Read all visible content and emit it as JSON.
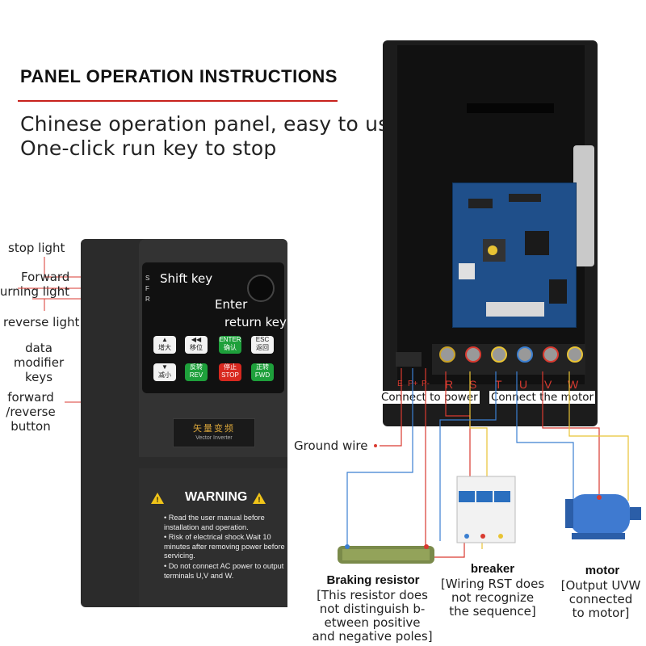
{
  "header": {
    "title": "PANEL OPERATION INSTRUCTIONS",
    "line1": "Chinese operation panel, easy to use",
    "line2": "One-click run key to stop"
  },
  "callouts": {
    "stop_light": "stop light",
    "forward": "Forward",
    "turning_light": "turning light",
    "reverse_light": "reverse light",
    "data_mod_1": "data",
    "data_mod_2": "modifier",
    "data_mod_3": "keys",
    "fwd_rev_1": "forward",
    "fwd_rev_2": "/reverse",
    "fwd_rev_3": "button",
    "shift_key": "Shift key",
    "enter": "Enter",
    "return_key": "return key"
  },
  "panel": {
    "led_s": "S",
    "led_f": "F",
    "led_r": "R",
    "keys": [
      {
        "sym": "▲",
        "text": "增大"
      },
      {
        "sym": "◀◀",
        "text": "移位"
      },
      {
        "sym": "ENTER",
        "text": "确认"
      },
      {
        "sym": "ESC",
        "text": "返回"
      },
      {
        "sym": "▼",
        "text": "减小"
      },
      {
        "sym": "反转",
        "text": "REV"
      },
      {
        "sym": "停止",
        "text": "STOP"
      },
      {
        "sym": "正转",
        "text": "FWD"
      }
    ],
    "display_cn": "矢量变频",
    "display_en": "Vector Inverter"
  },
  "warning": {
    "title": "WARNING",
    "bullets": [
      "Read the user manual before installation and operation.",
      "Risk of electrical shock.Wait 10 minutes after removing power before servicing.",
      "Do not connect AC power to output terminals U,V and W."
    ]
  },
  "terminals": {
    "small": [
      "E",
      "P+",
      "P-"
    ],
    "power": [
      "R",
      "S",
      "T"
    ],
    "motor": [
      "U",
      "V",
      "W"
    ],
    "connect_power": "Connect to power",
    "connect_motor": "Connect the motor"
  },
  "components": {
    "ground": "Ground wire",
    "braking_title": "Braking resistor",
    "braking_desc": [
      "[This resistor does",
      "not distinguish b-",
      "etween positive",
      "and negative poles]"
    ],
    "breaker_title": "breaker",
    "breaker_desc": [
      "[Wiring RST does",
      "not  recognize",
      "the sequence]"
    ],
    "motor_title": "motor",
    "motor_desc": [
      "[Output UVW",
      "connected",
      "to motor]"
    ]
  },
  "colors": {
    "accent_red": "#c8221d",
    "wire_red": "#d93a30",
    "wire_blue": "#3b7fd1",
    "wire_yellow": "#e8c334",
    "key_green": "#1ea03b",
    "key_red": "#d8281f"
  }
}
